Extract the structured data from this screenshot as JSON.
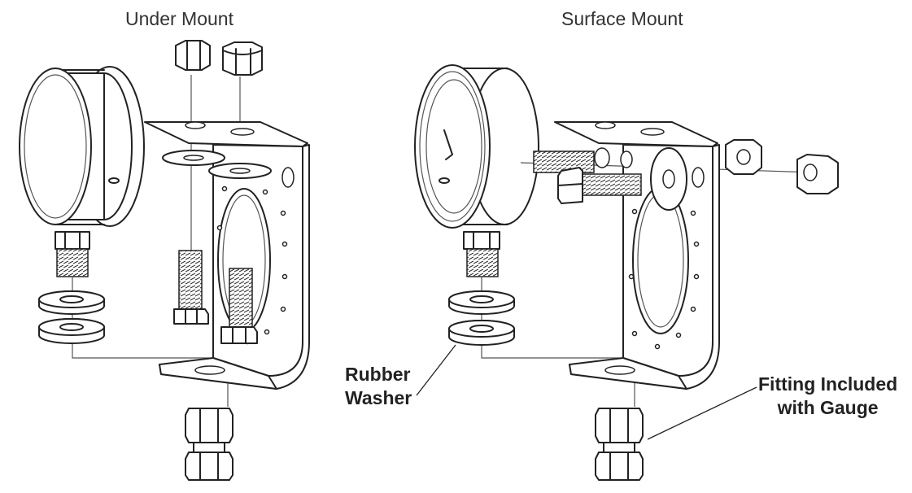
{
  "titles": {
    "under_mount": "Under Mount",
    "surface_mount": "Surface Mount"
  },
  "callouts": {
    "rubber_washer": "Rubber\nWasher",
    "fitting": "Fitting Included\nwith Gauge"
  },
  "colors": {
    "line": "#222222",
    "background": "#ffffff",
    "text": "#333333"
  }
}
